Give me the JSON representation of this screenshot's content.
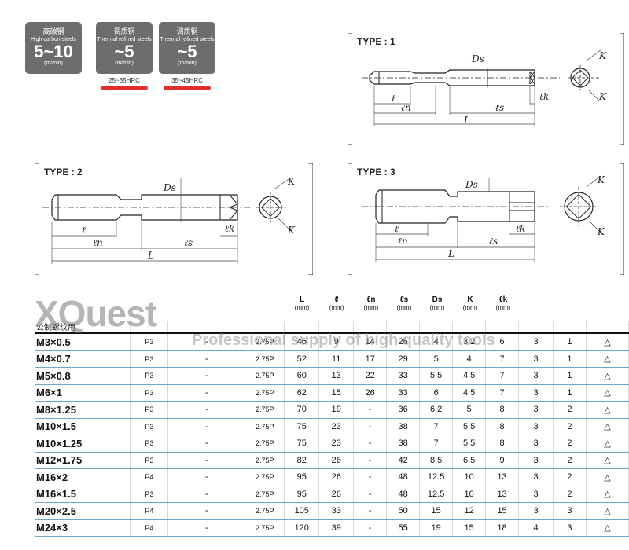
{
  "badges": [
    {
      "cn": "高碳钢",
      "en": "High carbon steels",
      "val": "5~10",
      "unit": "(m/min)",
      "hard": ""
    },
    {
      "cn": "调质钢",
      "en": "Thermal refined steels",
      "val": "~5",
      "unit": "(m/min)",
      "hard": "25~35HRC"
    },
    {
      "cn": "调质钢",
      "en": "Thermal refined steels",
      "val": "~5",
      "unit": "(m/min)",
      "hard": "35~45HRC"
    }
  ],
  "types": {
    "t1": "TYPE : 1",
    "t2": "TYPE : 2",
    "t3": "TYPE : 3"
  },
  "dims": {
    "Ds": "Ds",
    "K": "K",
    "l": "ℓ",
    "ln": "ℓn",
    "ls": "ℓs",
    "lk": "ℓk",
    "L": "L"
  },
  "watermark": {
    "brand": "XQuest",
    "tagline": "Professional supply of high quality tools"
  },
  "table": {
    "section_label": "公制螺纹用",
    "headers": [
      {
        "name": "L",
        "unit": "(mm)"
      },
      {
        "name": "ℓ",
        "unit": "(mm)"
      },
      {
        "name": "ℓn",
        "unit": "(mm)"
      },
      {
        "name": "ℓs",
        "unit": "(mm)"
      },
      {
        "name": "Ds",
        "unit": "(mm)"
      },
      {
        "name": "K",
        "unit": "(mm)"
      },
      {
        "name": "ℓk",
        "unit": "(mm)"
      }
    ],
    "rows": [
      [
        "M3×0.5",
        "P3",
        "-",
        "2.75P",
        "46",
        "9",
        "14",
        "26",
        "4",
        "3.2",
        "6",
        "3",
        "1",
        "△"
      ],
      [
        "M4×0.7",
        "P3",
        "-",
        "2.75P",
        "52",
        "11",
        "17",
        "29",
        "5",
        "4",
        "7",
        "3",
        "1",
        "△"
      ],
      [
        "M5×0.8",
        "P3",
        "-",
        "2.75P",
        "60",
        "13",
        "22",
        "33",
        "5.5",
        "4.5",
        "7",
        "3",
        "1",
        "△"
      ],
      [
        "M6×1",
        "P3",
        "-",
        "2.75P",
        "62",
        "15",
        "26",
        "33",
        "6",
        "4.5",
        "7",
        "3",
        "1",
        "△"
      ],
      [
        "M8×1.25",
        "P3",
        "-",
        "2.75P",
        "70",
        "19",
        "-",
        "36",
        "6.2",
        "5",
        "8",
        "3",
        "2",
        "△"
      ],
      [
        "M10×1.5",
        "P3",
        "-",
        "2.75P",
        "75",
        "23",
        "-",
        "38",
        "7",
        "5.5",
        "8",
        "3",
        "2",
        "△"
      ],
      [
        "M10×1.25",
        "P3",
        "-",
        "2.75P",
        "75",
        "23",
        "-",
        "38",
        "7",
        "5.5",
        "8",
        "3",
        "2",
        "△"
      ],
      [
        "M12×1.75",
        "P3",
        "-",
        "2.75P",
        "82",
        "26",
        "-",
        "42",
        "8.5",
        "6.5",
        "9",
        "3",
        "2",
        "△"
      ],
      [
        "M16×2",
        "P4",
        "-",
        "2.75P",
        "95",
        "26",
        "-",
        "48",
        "12.5",
        "10",
        "13",
        "3",
        "2",
        "△"
      ],
      [
        "M16×1.5",
        "P3",
        "-",
        "2.75P",
        "95",
        "26",
        "-",
        "48",
        "12.5",
        "10",
        "13",
        "3",
        "2",
        "△"
      ],
      [
        "M20×2.5",
        "P4",
        "-",
        "2.75P",
        "105",
        "33",
        "-",
        "50",
        "15",
        "12",
        "15",
        "3",
        "3",
        "△"
      ],
      [
        "M24×3",
        "P4",
        "-",
        "2.75P",
        "120",
        "39",
        "-",
        "55",
        "19",
        "15",
        "18",
        "4",
        "3",
        "△"
      ]
    ]
  }
}
